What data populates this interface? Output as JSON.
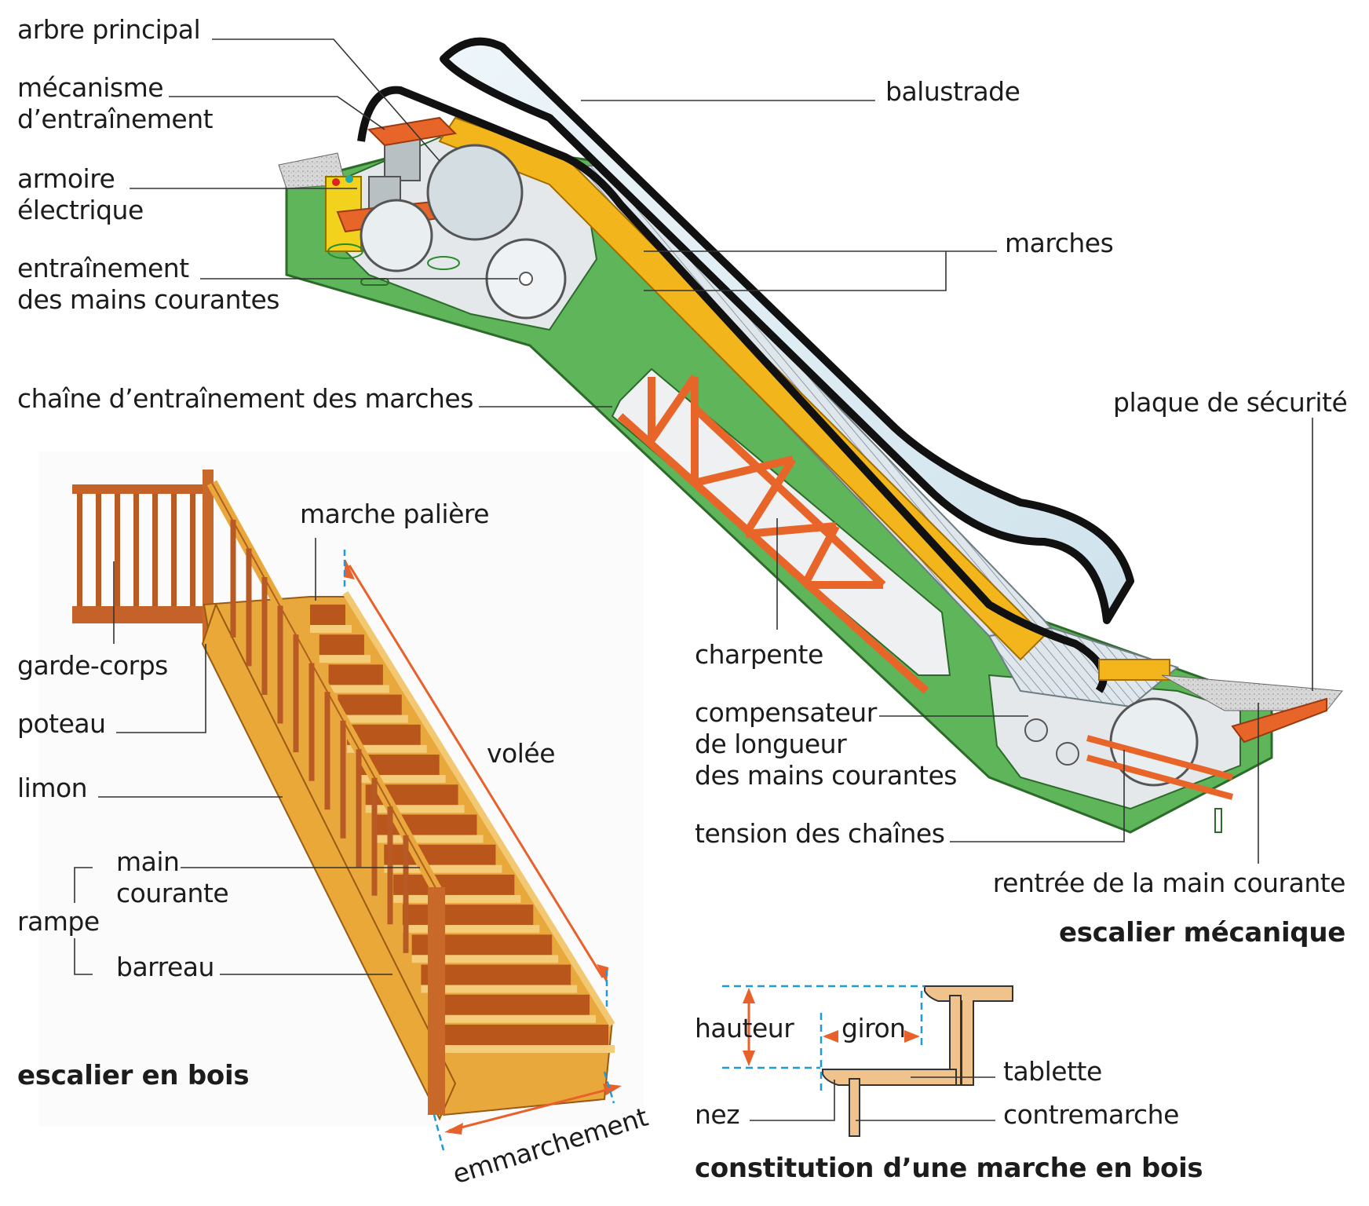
{
  "figure": {
    "colors": {
      "frame_green": "#5eb55a",
      "truss_orange": "#e8652a",
      "handrail_yellow": "#f2b51c",
      "balustrade_glass": "#dcebf2",
      "step_metal": "#c9d4da",
      "wood_light": "#e9a83c",
      "wood_dark": "#b8561b",
      "dimension_arrow": "#e8602a",
      "dimension_guide": "#1f9ad6",
      "leader_line": "#333333"
    }
  },
  "escalator": {
    "title": "escalier mécanique",
    "labels": {
      "arbre_principal": "arbre principal",
      "mecanisme_1": "mécanisme",
      "mecanisme_2": "d’entraînement",
      "armoire_1": "armoire",
      "armoire_2": "électrique",
      "entrainement_1": "entraînement",
      "entrainement_2": "des mains courantes",
      "chaine": "chaîne d’entraînement des marches",
      "balustrade": "balustrade",
      "marches": "marches",
      "plaque": "plaque de sécurité",
      "charpente": "charpente",
      "compensateur_1": "compensateur",
      "compensateur_2": "de longueur",
      "compensateur_3": "des mains courantes",
      "tension": "tension des chaînes",
      "rentree": "rentrée de la main courante"
    }
  },
  "wooden_stair": {
    "title": "escalier en bois",
    "labels": {
      "marche_paliere": "marche palière",
      "garde_corps": "garde-corps",
      "poteau": "poteau",
      "limon": "limon",
      "main": "main",
      "courante": "courante",
      "rampe": "rampe",
      "barreau": "barreau",
      "volee": "volée",
      "emmarchement": "emmarchement"
    }
  },
  "step_section": {
    "title": "constitution d’une marche en bois",
    "labels": {
      "hauteur": "hauteur",
      "giron": "giron",
      "tablette": "tablette",
      "nez": "nez",
      "contremarche": "contremarche"
    }
  }
}
